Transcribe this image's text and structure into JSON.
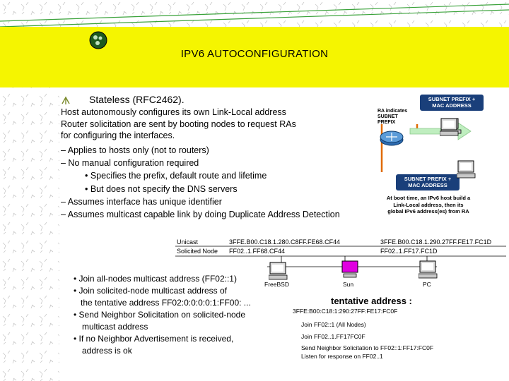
{
  "title": "IPV6 AUTOCONFIGURATION",
  "colors": {
    "band": "#f5f500",
    "green": "#3aa23a",
    "navy": "#1a3f7a",
    "orange": "#e06a00",
    "magenta": "#e000e0"
  },
  "intro": {
    "heading": "Stateless (RFC2462).",
    "lines": [
      "Host autonomously configures its own Link-Local address",
      "Router solicitation are sent by booting nodes to request RAs",
      "for configuring the interfaces.",
      "– Applies to hosts only (not to routers)",
      "– No manual configuration required",
      "• Specifies the prefix, default route and lifetime",
      "• But does not specify the DNS servers",
      "– Assumes interface has unique identifier",
      "– Assumes multicast capable link by doing Duplicate Address Detection"
    ]
  },
  "diagram": {
    "tab_top": "SUBNET PREFIX + MAC ADDRESS",
    "ra_label": "RA indicates SUBNET PREFIX",
    "tab_bottom": "SUBNET PREFIX + MAC ADDRESS",
    "boot_text": "At boot time, an IPv6 host build a Link-Local address, then its global IPv6 address(es) from RA"
  },
  "addresses": {
    "row1_label": "Unicast",
    "row1_left": "3FFE.B00.C18.1.280.C8FF.FE68.CF44",
    "row1_right": "3FFE.B00.C18.1.290.27FF.FE17.FC1D",
    "row2_label": "Solicited Node",
    "row2_left": "FF02..1.FF68.CF44",
    "row2_right": "FF02..1.FF17.FC1D"
  },
  "devices": {
    "freebsd": "FreeBSD",
    "sun": "Sun",
    "pc": "PC"
  },
  "steps": [
    "• Join all-nodes multicast address (FF02::1)",
    "• Join solicited-node multicast address of",
    "the tentative address   FF02:0:0:0:0:1:FF00: ...",
    "• Send Neighbor Solicitation on solicited-node",
    "multicast address",
    "• If no Neighbor Advertisement is received,",
    "address is ok"
  ],
  "tentative": {
    "heading": "tentative address :",
    "address": "3FFE:B00:C18:1:290:27FF:FE17:FC0F",
    "lines": [
      "Join FF02::1 (All Nodes)",
      "Join FF02..1.FF17FC0F",
      "Send Neighbor Solicitation to FF02::1:FF17:FC0F",
      "Listen for response on FF02..1"
    ]
  }
}
